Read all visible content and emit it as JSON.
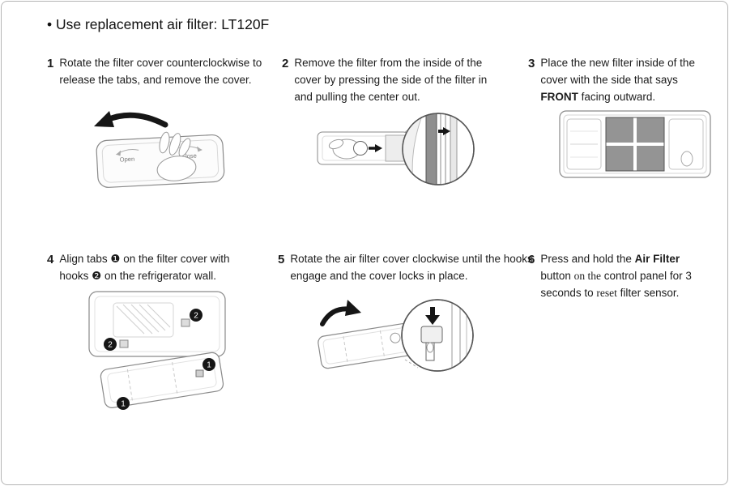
{
  "header": {
    "title": "• Use replacement air filter: LT120F"
  },
  "steps": [
    {
      "num": "1",
      "text": "Rotate the filter cover counterclockwise to release the tabs, and remove the cover."
    },
    {
      "num": "2",
      "text": "Remove the filter from the inside of the cover by pressing the side of the filter in and pulling the center out."
    },
    {
      "num": "3",
      "pre": "Place the new filter inside of the cover with the side that says ",
      "bold": "FRONT",
      "post": " facing outward."
    },
    {
      "num": "4",
      "p1": "Align tabs ",
      "badge1": "❶",
      "p2": " on the filter cover with hooks ",
      "badge2": "❷",
      "p3": " on the refrigerator wall."
    },
    {
      "num": "5",
      "text": "Rotate the air filter cover clockwise until the hooks engage and the cover locks in place."
    },
    {
      "num": "6",
      "p1": "Press and hold the ",
      "bold": "Air Filter",
      "p2": " button ",
      "serif1": "on the",
      "p3": " control panel for 3 seconds to ",
      "serif2": "reset",
      "p4": " filter sensor."
    }
  ],
  "illustrations": {
    "step1": {
      "open_label": "Open",
      "close_label": "Close"
    },
    "step4": {
      "badge1": "1",
      "badge2": "2"
    }
  },
  "colors": {
    "text": "#1c1c1c",
    "line_art": "#8a8a8a",
    "arrow_black": "#161616",
    "filter_gray": "#8f8f8f",
    "page_border": "#b5b5b5"
  }
}
